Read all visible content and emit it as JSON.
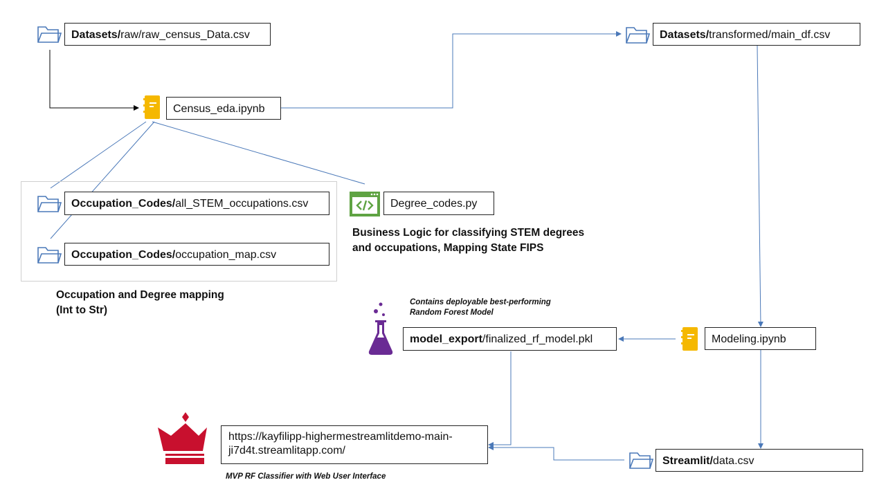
{
  "nodes": {
    "raw_data": {
      "prefix": "Datasets/",
      "rest": "raw/raw_census_Data.csv"
    },
    "census_eda": {
      "label": "Census_eda.ipynb"
    },
    "main_df": {
      "prefix": "Datasets/",
      "rest": "transformed/main_df.csv"
    },
    "stem_occupations": {
      "prefix": "Occupation_Codes/",
      "rest": "all_STEM_occupations.csv"
    },
    "occupation_map": {
      "prefix": "Occupation_Codes/",
      "rest": "occupation_map.csv"
    },
    "degree_codes": {
      "label": "Degree_codes.py"
    },
    "modeling": {
      "label": "Modeling.ipynb"
    },
    "model_export": {
      "prefix": "model_export",
      "rest": "/finalized_rf_model.pkl"
    },
    "streamlit_data": {
      "prefix": "Streamlit/",
      "rest": "data.csv"
    },
    "app_url": {
      "line1": "https://kayfilipp-highermestreamlitdemo-main-",
      "line2": "ji7d4t.streamlitapp.com/"
    }
  },
  "captions": {
    "business_logic_1": "Business Logic for classifying STEM degrees",
    "business_logic_2": "and occupations, Mapping State FIPS",
    "mapping_1": "Occupation and Degree mapping",
    "mapping_2": "(Int to Str)",
    "model_note_1": "Contains deployable best-performing",
    "model_note_2": "Random Forest Model",
    "mvp_note": "MVP RF Classifier with Web User Interface"
  },
  "icons": {
    "folder": "folder-icon",
    "notebook": "notebook-icon",
    "code": "code-window-icon",
    "flask": "flask-icon",
    "crown": "crown-icon"
  },
  "colors": {
    "connector_blue": "#4a78b8",
    "connector_black": "#000000",
    "notebook_yellow": "#f5b800",
    "code_green": "#5fa343",
    "flask_purple": "#6a2b94",
    "crown_red": "#c8102e",
    "folder_blue": "#4a78b8"
  }
}
